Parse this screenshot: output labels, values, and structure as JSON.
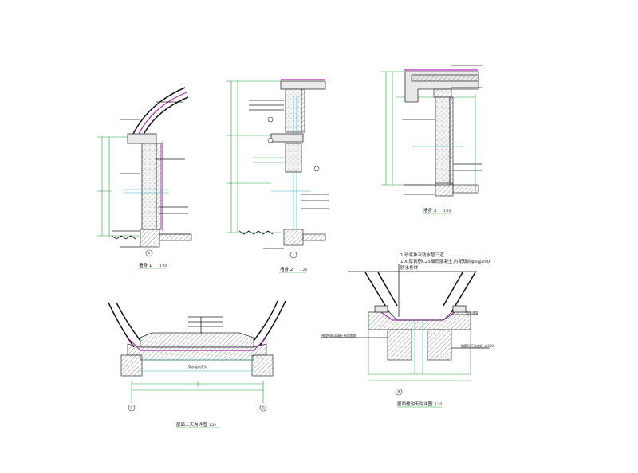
{
  "drawing": {
    "details": [
      {
        "title": "墙身 1",
        "scale": "1:20",
        "axis": "A"
      },
      {
        "title": "墙身 2",
        "scale": "1:20",
        "axis": "1"
      },
      {
        "title": "墙身 3",
        "scale": "1:20",
        "axis": ""
      },
      {
        "title": "屋面上天沟详图",
        "scale": "1:20",
        "axis_left": "C",
        "axis_right": "D"
      },
      {
        "title": "屋面檐沟天沟详图",
        "scale": "1:20",
        "axis": "B"
      }
    ],
    "notes": {
      "gutter_1": "1.砂浆抹灰防水层三道",
      "gutter_2": "100厚钢筋C25细石混凝土,内配双向φ6@200",
      "gutter_3": "防水卷材",
      "gutter_right_top": "见水落管",
      "gutter_left": "预埋钢筋混凝土构造钢筋",
      "gutter_right_bottom": "钢筋砼天沟底板 @200",
      "channel_mid": "落水坡向天沟"
    }
  }
}
